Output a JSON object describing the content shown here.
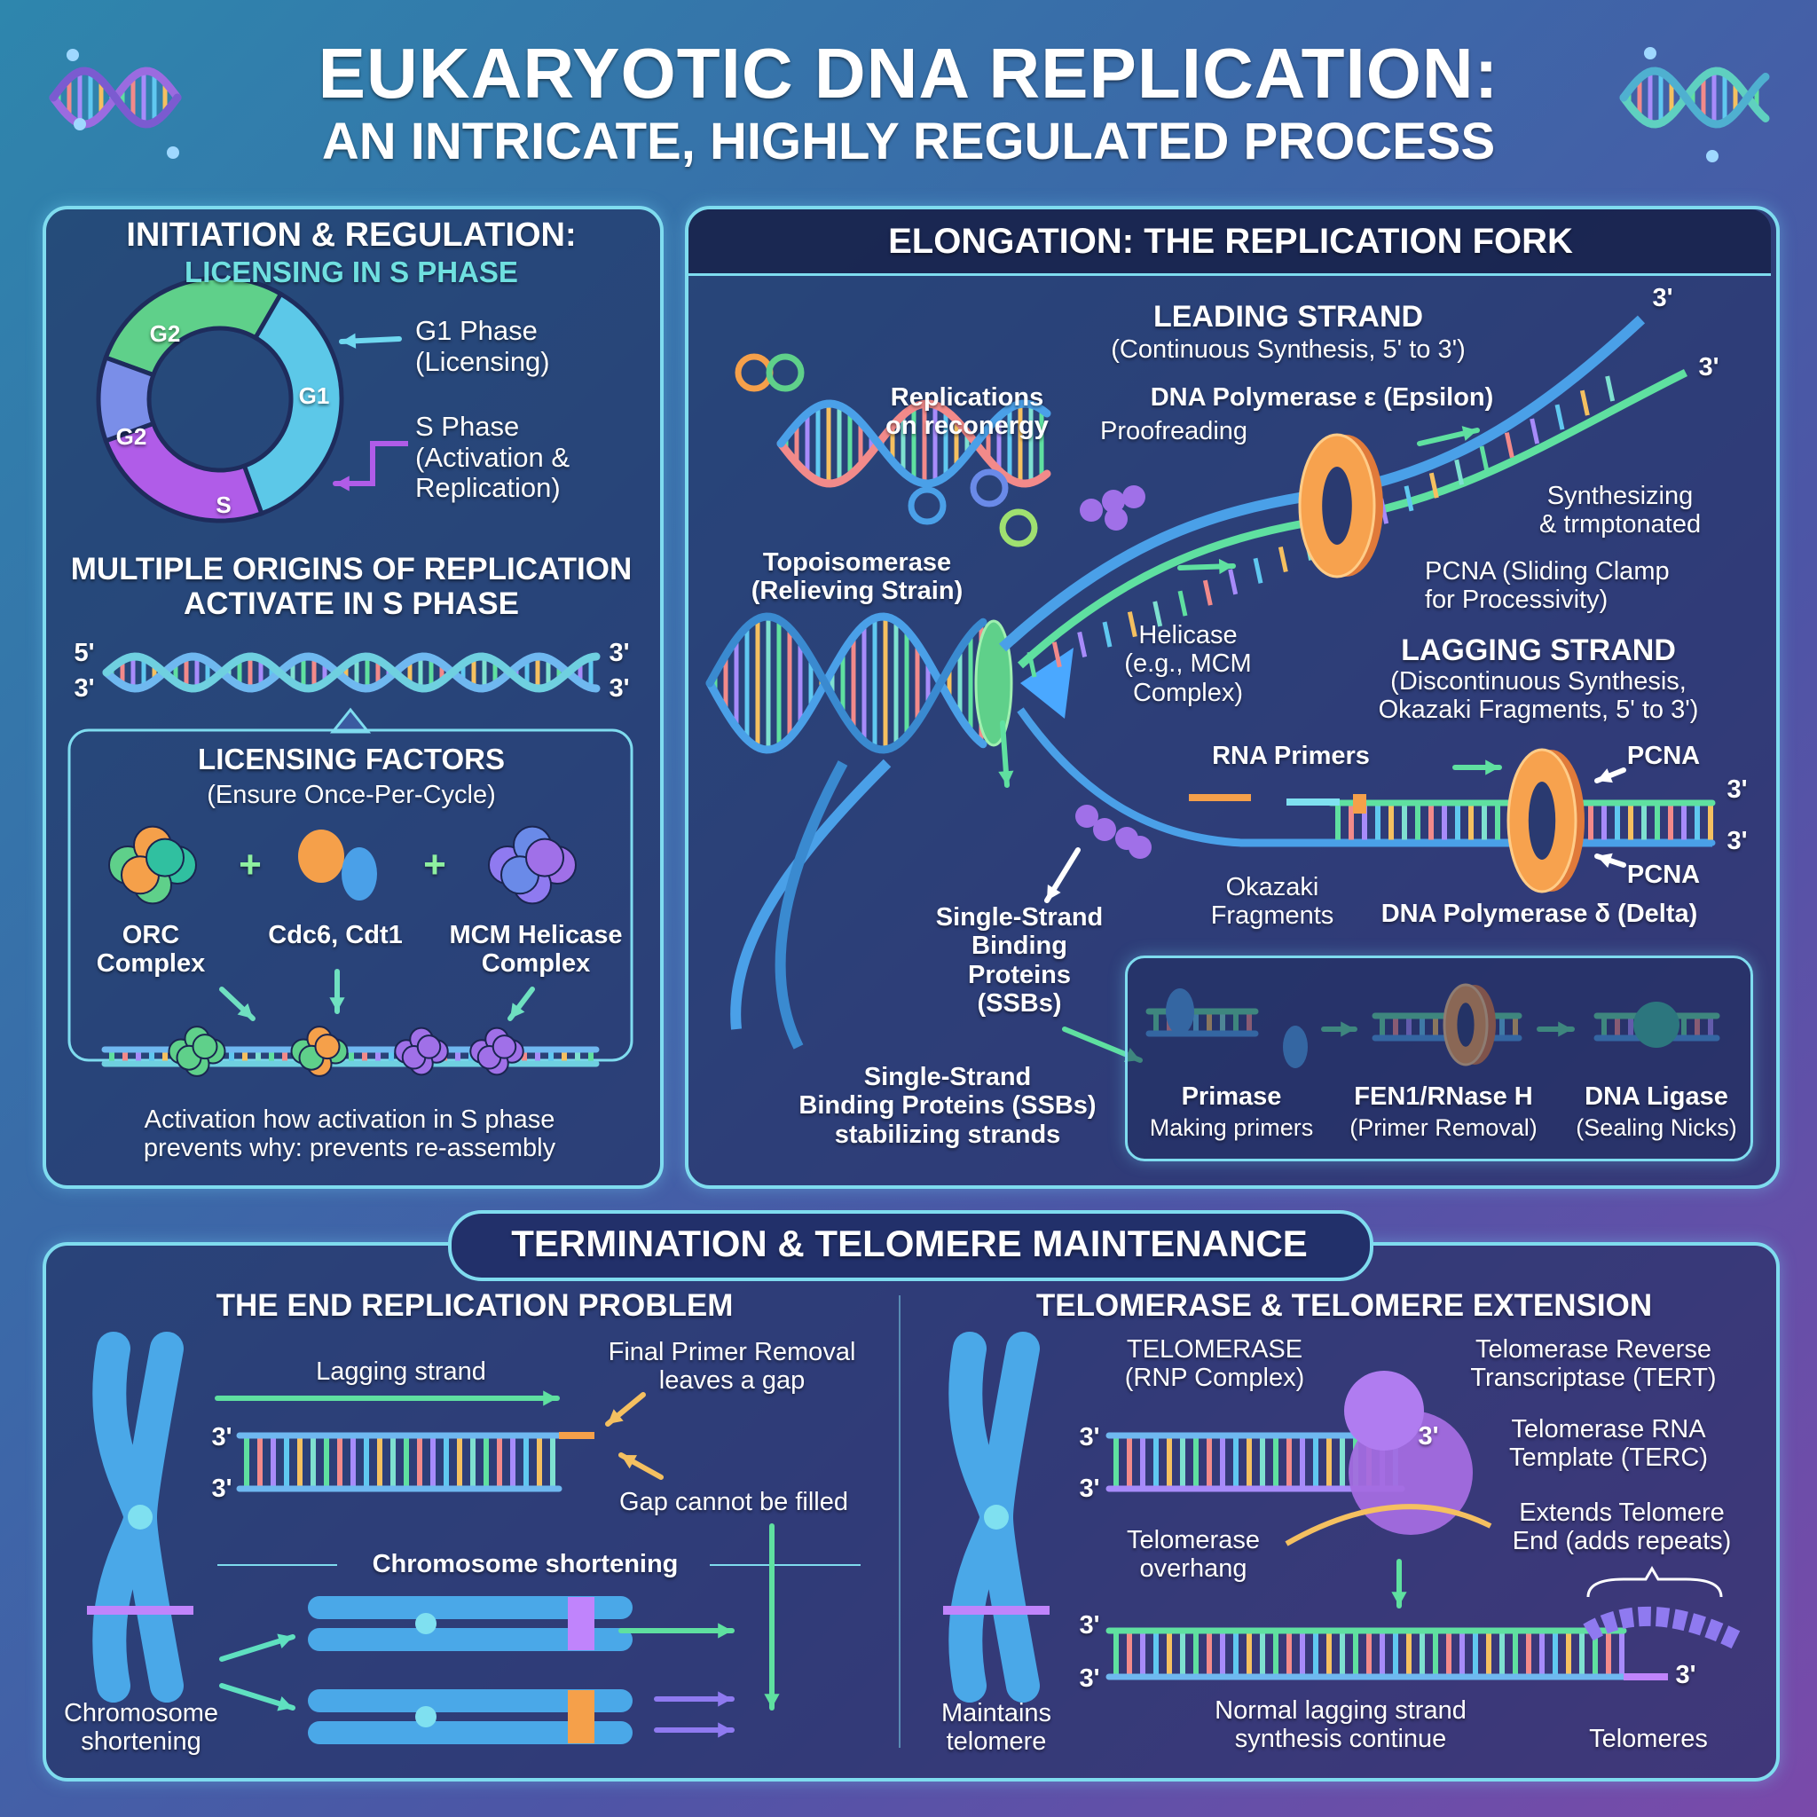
{
  "title": {
    "line1": "EUKARYOTIC DNA REPLICATION:",
    "line2": "AN INTRICATE, HIGHLY REGULATED PROCESS"
  },
  "colors": {
    "panel_border": "#7fdcef",
    "panel_bg": "#1e2c5c",
    "accent_teal": "#6fe0e0",
    "leading": "#5fe0a0",
    "polymerase": "#f59a4a",
    "telomerase": "#a36be0"
  },
  "initiation": {
    "title": "INITIATION & REGULATION:",
    "subtitle": "LICENSING IN S PHASE",
    "cycle": {
      "segments": [
        "G2",
        "G1",
        "S",
        "G2"
      ]
    },
    "g1_label": "G1 Phase\n(Licensing)",
    "s_label": "S Phase\n(Activation &\nReplication)",
    "origins_title": "MULTIPLE ORIGINS OF REPLICATION\nACTIVATE IN S PHASE",
    "strand_ends": {
      "top_left": "5'",
      "bottom_left": "3'",
      "top_right": "3'",
      "bottom_right": "3'"
    },
    "licensing": {
      "title": "LICENSING FACTORS",
      "subtitle": "(Ensure Once-Per-Cycle)",
      "plus": "+",
      "factors": [
        "ORC\nComplex",
        "Cdc6, Cdt1",
        "MCM Helicase\nComplex"
      ]
    },
    "footer": "Activation how activation in S phase\nprevents why: prevents re-assembly"
  },
  "elongation": {
    "title": "ELONGATION: THE REPLICATION FORK",
    "replications": "Replications\non reconergy",
    "leading_title": "LEADING STRAND",
    "leading_sub": "(Continuous Synthesis, 5' to 3')",
    "pol_epsilon": "DNA Polymerase ε (Epsilon)",
    "proofreading": "Proofreading",
    "synthesizing": "Synthesizing\n& trmptonated",
    "pcna_clamp": "PCNA (Sliding Clamp\nfor Processivity)",
    "topoisomerase": "Topoisomerase\n(Relieving Strain)",
    "helicase": "Helicase\n(e.g., MCM\nComplex)",
    "lagging_title": "LAGGING STRAND",
    "lagging_sub": "(Discontinuous Synthesis,\nOkazaki Fragments, 5' to 3')",
    "rna_primers": "RNA Primers",
    "pcna_top": "PCNA",
    "pcna_bottom": "PCNA",
    "okazaki": "Okazaki\nFragments",
    "pol_delta": "DNA Polymerase δ (Delta)",
    "ssb": "Single-Strand\nBinding\nProteins\n(SSBs)",
    "ssb_stabilizing": "Single-Strand\nBinding Proteins (SSBs)\nstabilizing strands",
    "ends": [
      "3'",
      "3'",
      "3'",
      "3'"
    ],
    "enzymes": [
      {
        "name": "Primase",
        "role": "Making primers"
      },
      {
        "name": "FEN1/RNase H",
        "role": "(Primer Removal)"
      },
      {
        "name": "DNA Ligase",
        "role": "(Sealing Nicks)"
      }
    ]
  },
  "termination": {
    "title": "TERMINATION & TELOMERE MAINTENANCE",
    "end_problem": {
      "title": "THE END REPLICATION PROBLEM",
      "lagging": "Lagging strand",
      "final_primer": "Final Primer Removal\nleaves a gap",
      "gap": "Gap cannot be filled",
      "shortening_mid": "Chromosome shortening",
      "shortening_left": "Chromosome\nshortening",
      "ends": [
        "3'",
        "3'"
      ]
    },
    "telomerase": {
      "title": "TELOMERASE & TELOMERE EXTENSION",
      "rnp": "TELOMERASE\n(RNP Complex)",
      "tert": "Telomerase Reverse\nTranscriptase (TERT)",
      "terc": "Telomerase RNA\nTemplate (TERC)",
      "extends": "Extends Telomere\nEnd (adds repeats)",
      "overhang": "Telomerase\noverhang",
      "maintains": "Maintains\ntelomere",
      "normal": "Normal lagging strand\nsynthesis continue",
      "telomeres": "Telomeres",
      "ends": [
        "3'",
        "3'",
        "3'",
        "3'",
        "3'",
        "3'"
      ]
    }
  }
}
